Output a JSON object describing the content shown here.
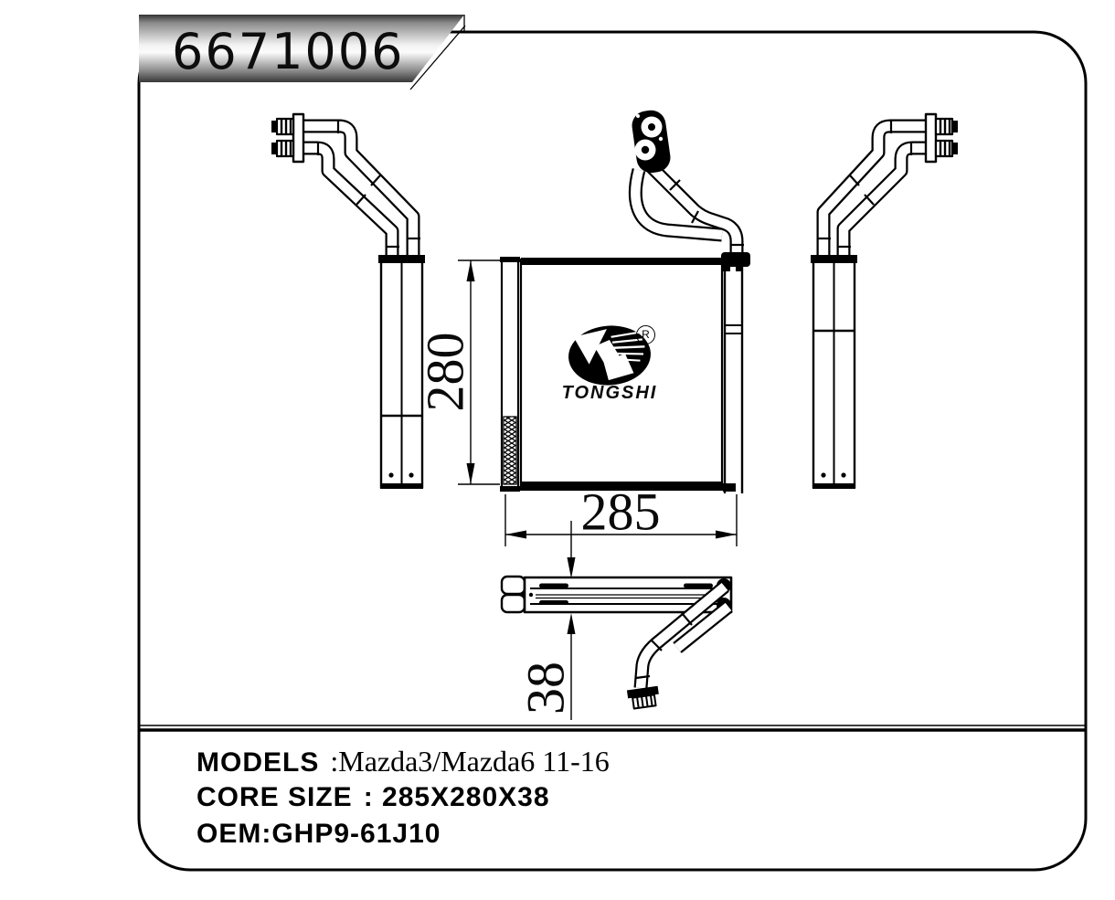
{
  "banner": {
    "part_number": "6671006"
  },
  "logo": {
    "brand": "TONGSHI",
    "registered": "R"
  },
  "drawing": {
    "dim_height": "280",
    "dim_width": "285",
    "dim_depth": "38"
  },
  "specs": {
    "lines": [
      {
        "label": "MODELS",
        "value": ":Mazda3/Mazda6 11-16"
      },
      {
        "label": "CORE SIZE",
        "value": ": 285X280X38"
      },
      {
        "label": "OEM:",
        "value": "GHP9-61J10"
      }
    ]
  },
  "colors": {
    "line": "#000000",
    "background": "#ffffff",
    "banner_dark": "#3a3a3a",
    "banner_light": "#fafafa"
  }
}
